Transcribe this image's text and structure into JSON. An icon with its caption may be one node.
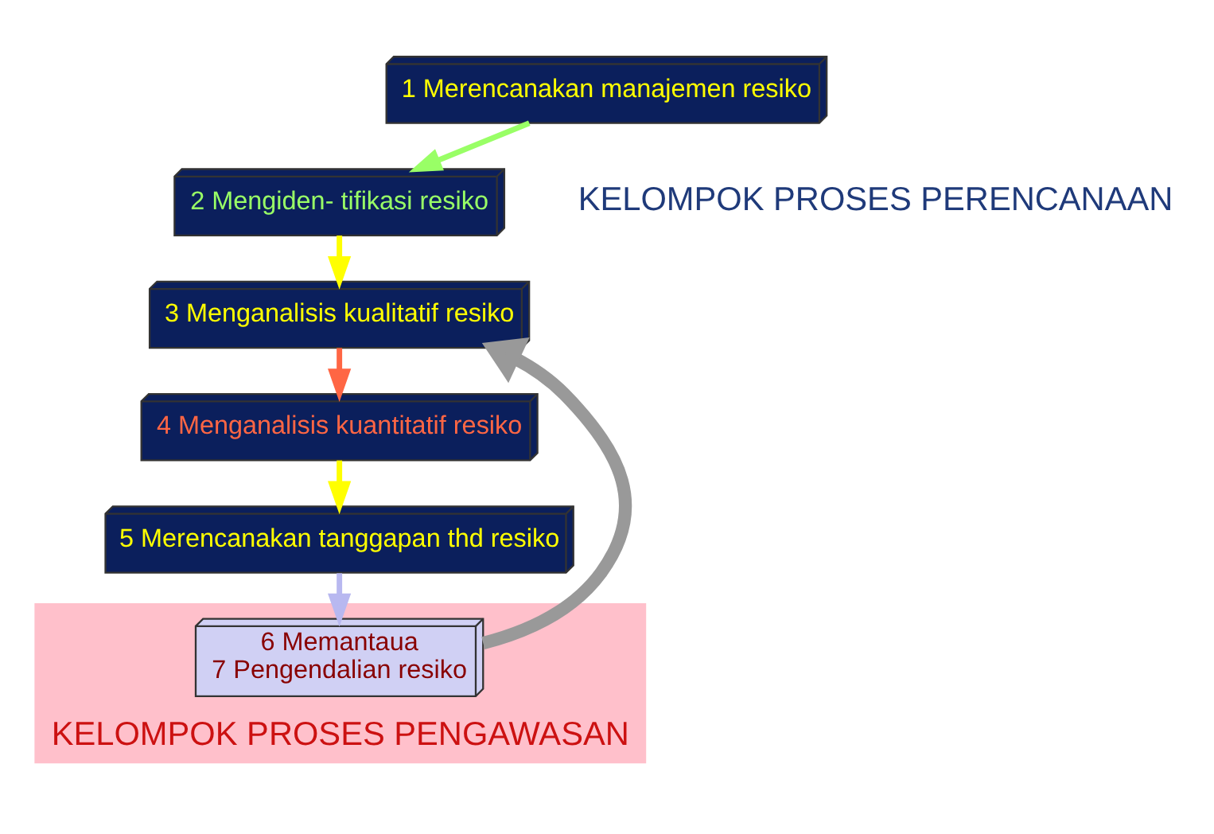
{
  "diagram": {
    "nodes": [
      {
        "text": [
          "1 Merencanakan manajemen resiko"
        ]
      },
      {
        "text": [
          "2 Mengiden- tifikasi resiko"
        ]
      },
      {
        "text": [
          "3 Menganalisis kualitatif resiko"
        ]
      },
      {
        "text": [
          "4 Menganalisis kuantitatif resiko"
        ]
      },
      {
        "text": [
          "5 Merencanakan tanggapan thd resiko"
        ]
      },
      {
        "text": [
          "KELOMPOK PROSES PENGAWASAN"
        ]
      },
      {
        "text": [
          "6 Memantaua",
          "7 Pengendalian resiko"
        ],
        "in": 5
      }
    ],
    "edges": [
      {
        "from": 0,
        "to": 1,
        "arrow": "to",
        "color": "#99ff66"
      },
      {
        "from": 1,
        "to": 2,
        "arrow": "to",
        "color": "#ffff00"
      },
      {
        "from": 2,
        "to": 3,
        "arrow": "to",
        "color": "#ff6644"
      },
      {
        "from": 3,
        "to": 4,
        "arrow": "to",
        "color": "#ffff00"
      },
      {
        "from": 4,
        "to": 6,
        "arrow": "to",
        "color": "#b8b8f0"
      },
      {
        "from": 6,
        "to": 2,
        "arrow": "to",
        "style": "thick",
        "color": "#999999"
      }
    ],
    "labels": [
      "KELOMPOK PROSES PERENCANAAN"
    ]
  }
}
